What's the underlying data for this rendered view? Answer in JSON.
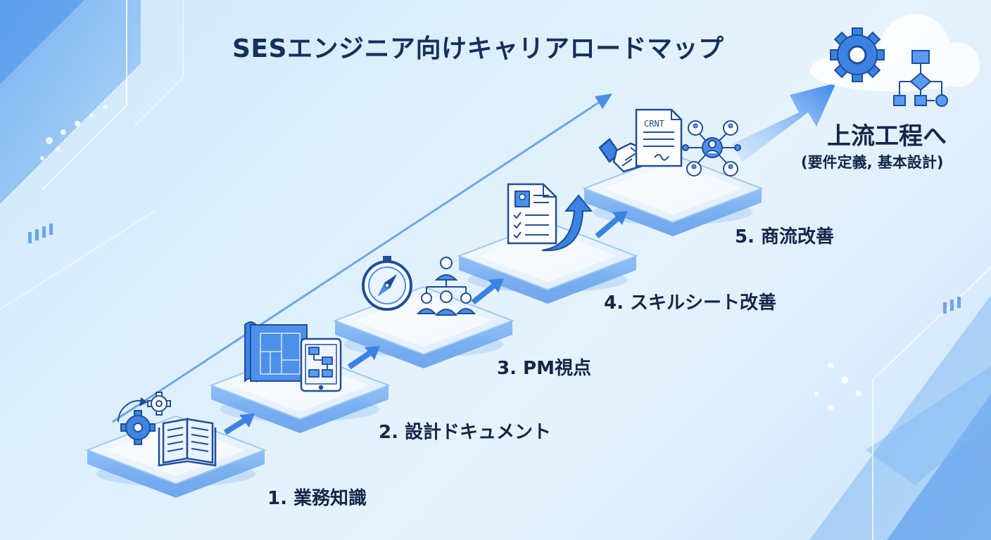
{
  "title": "SESエンジニア向けキャリアロードマップ",
  "steps": [
    {
      "label": "1. 業務知識",
      "icons": [
        "gears-icon",
        "book-icon"
      ]
    },
    {
      "label": "2. 設計ドキュメント",
      "icons": [
        "blueprint-icon",
        "tablet-flowchart-icon"
      ]
    },
    {
      "label": "3. PM視点",
      "icons": [
        "compass-icon",
        "team-org-icon"
      ]
    },
    {
      "label": "4. スキルシート改善",
      "icons": [
        "resume-icon",
        "curved-arrow-up-icon"
      ]
    },
    {
      "label": "5. 商流改善",
      "icons": [
        "contract-document-icon",
        "handshake-icon",
        "network-people-icon"
      ]
    }
  ],
  "step5_doc_text": "CRNT",
  "goal": {
    "title": "上流工程へ",
    "subtitle": "(要件定義, 基本設計)",
    "icons": [
      "gear-icon",
      "flowchart-icon",
      "cloud-icon"
    ]
  },
  "colors": {
    "accent": "#2f7fe6",
    "icon_stroke": "#1f4e9a",
    "icon_fill": "#4b8fe8",
    "text": "#14264a"
  }
}
